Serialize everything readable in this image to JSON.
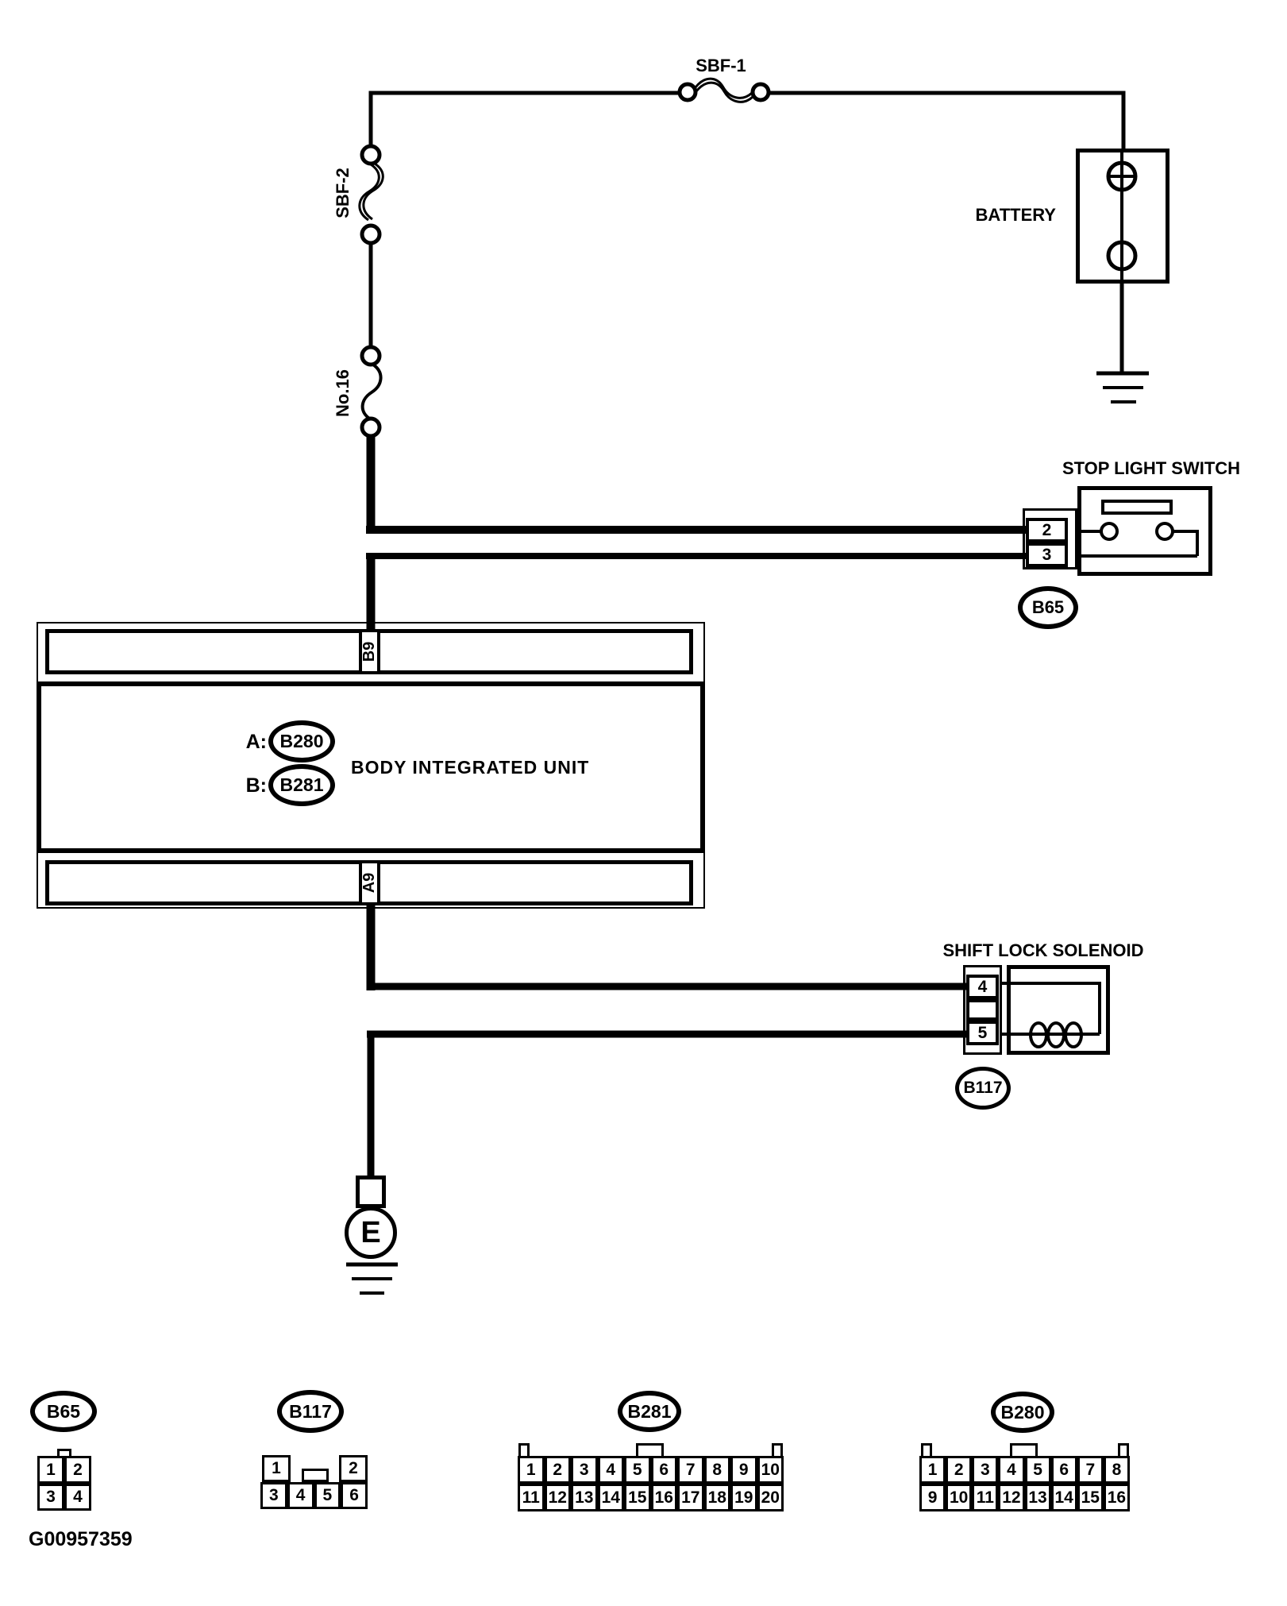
{
  "fuses": {
    "sbf1": "SBF-1",
    "sbf2": "SBF-2",
    "no16": "No.16"
  },
  "components": {
    "battery": "BATTERY",
    "stop_light_switch": "STOP LIGHT SWITCH",
    "shift_lock_solenoid": "SHIFT LOCK SOLENOID",
    "body_integrated_unit": "BODY INTEGRATED UNIT",
    "ground_label": "E"
  },
  "unit": {
    "top_terminal": "B9",
    "bottom_terminal": "A9",
    "connector_a_prefix": "A:",
    "connector_a": "B280",
    "connector_b_prefix": "B:",
    "connector_b": "B281"
  },
  "switch_connector": {
    "id": "B65",
    "pin_top": "2",
    "pin_bottom": "3"
  },
  "solenoid_connector": {
    "id": "B117",
    "pin_top": "4",
    "pin_bottom": "5"
  },
  "pinouts": {
    "b65": {
      "label": "B65",
      "row1": [
        "1",
        "2"
      ],
      "row2": [
        "3",
        "4"
      ]
    },
    "b117": {
      "label": "B117",
      "top_left": "1",
      "top_right": "2",
      "bottom": [
        "3",
        "4",
        "5",
        "6"
      ]
    },
    "b281": {
      "label": "B281",
      "top": [
        "1",
        "2",
        "3",
        "4",
        "5",
        "6",
        "7",
        "8",
        "9",
        "10"
      ],
      "bottom": [
        "11",
        "12",
        "13",
        "14",
        "15",
        "16",
        "17",
        "18",
        "19",
        "20"
      ]
    },
    "b280": {
      "label": "B280",
      "top": [
        "1",
        "2",
        "3",
        "4",
        "5",
        "6",
        "7",
        "8"
      ],
      "bottom": [
        "9",
        "10",
        "11",
        "12",
        "13",
        "14",
        "15",
        "16"
      ]
    }
  },
  "doc_id": "G00957359",
  "colors": {
    "line": "#000000",
    "background": "#ffffff"
  }
}
